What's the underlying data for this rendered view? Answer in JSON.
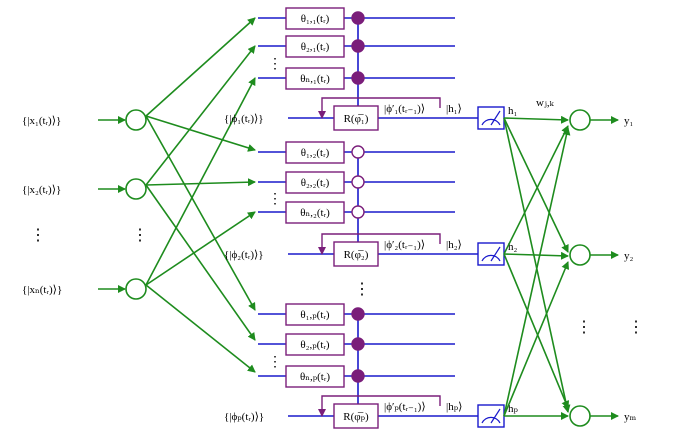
{
  "inputs": [
    {
      "label": "{|x₁(tᵣ)⟩}"
    },
    {
      "label": "{|x₂(tᵣ)⟩}"
    },
    {
      "label": "{|xₙ(tᵣ)⟩}"
    }
  ],
  "blocks": [
    {
      "gates": [
        "θ₁,₁(tᵣ)",
        "θ₂,₁(tᵣ)",
        "θₙ,₁(tᵣ)"
      ],
      "control": "filled",
      "phi_label": "{|ϕ₁(tᵣ)⟩}",
      "r_label": "R(φ̅₁)",
      "prev_label": "|ϕ′₁(tᵣ₋₁)⟩",
      "h_ket": "|h₁⟩",
      "h_label": "h₁"
    },
    {
      "gates": [
        "θ₁,₂(tᵣ)",
        "θ₂,₂(tᵣ)",
        "θₙ,₂(tᵣ)"
      ],
      "control": "open",
      "phi_label": "{|ϕ₂(tᵣ)⟩}",
      "r_label": "R(φ̅₂)",
      "prev_label": "|ϕ′₂(tᵣ₋₁)⟩",
      "h_ket": "|h₂⟩",
      "h_label": "h₂"
    },
    {
      "gates": [
        "θ₁,ₚ(tᵣ)",
        "θ₂,ₚ(tᵣ)",
        "θₙ,ₚ(tᵣ)"
      ],
      "control": "filled",
      "phi_label": "{|ϕₚ(tᵣ)⟩}",
      "r_label": "R(φ̅ₚ)",
      "prev_label": "|ϕ′ₚ(tᵣ₋₁)⟩",
      "h_ket": "|hₚ⟩",
      "h_label": "hₚ"
    }
  ],
  "weight_label": "wⱼ,ₖ",
  "outputs": [
    {
      "label": "y₁"
    },
    {
      "label": "y₂"
    },
    {
      "label": "yₘ"
    }
  ],
  "ellipsis": "⋮",
  "colors": {
    "qubit_wire": "#1a1acc",
    "classical_wire": "#1e8c1e",
    "gate_border": "#7a1e7a",
    "control": "#7a1e7a"
  }
}
